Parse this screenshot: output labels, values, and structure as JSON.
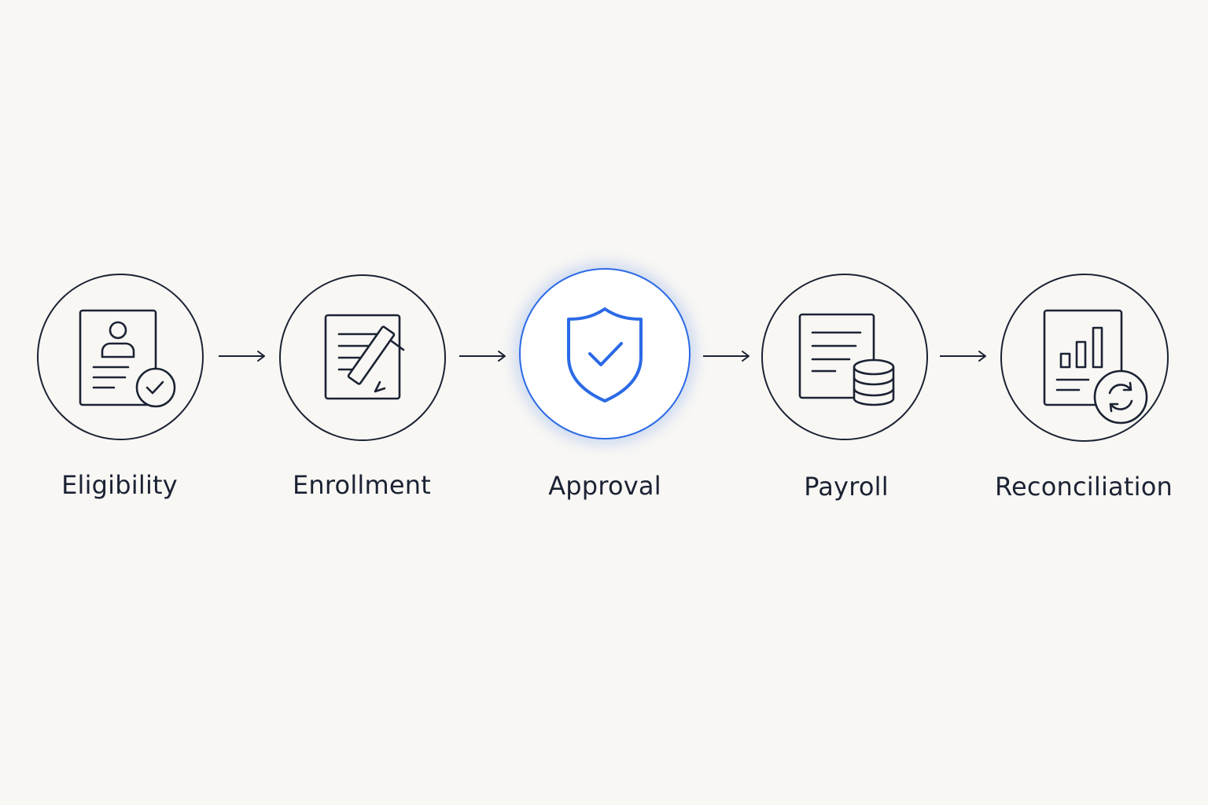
{
  "steps": [
    {
      "label": "Eligibility",
      "icon": "eligibility-document-check-icon",
      "active": false
    },
    {
      "label": "Enrollment",
      "icon": "enrollment-document-pen-icon",
      "active": false
    },
    {
      "label": "Approval",
      "icon": "approval-shield-check-icon",
      "active": true
    },
    {
      "label": "Payroll",
      "icon": "payroll-document-coins-icon",
      "active": false
    },
    {
      "label": "Reconciliation",
      "icon": "reconciliation-chart-refresh-icon",
      "active": false
    }
  ],
  "colors": {
    "background": "#f8f7f4",
    "ink": "#1b2233",
    "accent": "#2b6ae6"
  }
}
